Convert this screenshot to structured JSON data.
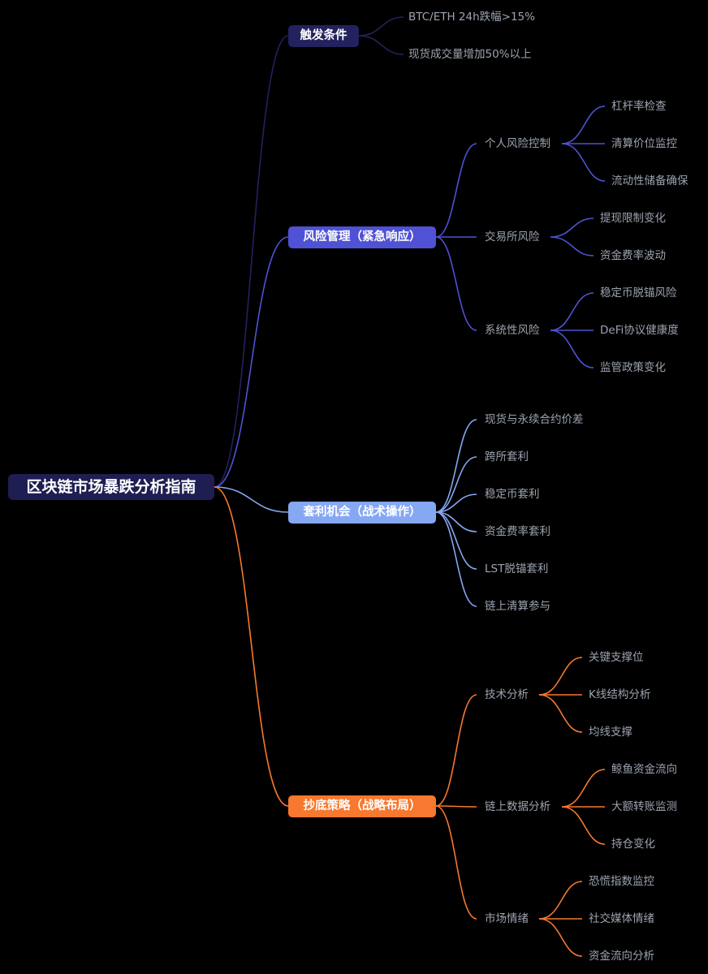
{
  "title": "区块链市场暴跌分析指南",
  "colors": {
    "background": "#000000",
    "root": "#1e1e52",
    "trigger": "#23215e",
    "risk": "#4f52d4",
    "arbitrage": "#86a8f3",
    "bottom": "#f7782e",
    "leaf_text": "#9ca3af"
  },
  "branches": {
    "trigger": {
      "label": "触发条件",
      "items": [
        "BTC/ETH 24h跌幅>15%",
        "现货成交量增加50%以上"
      ]
    },
    "risk": {
      "label": "风险管理（紧急响应）",
      "groups": [
        {
          "label": "个人风险控制",
          "items": [
            "杠杆率检查",
            "清算价位监控",
            "流动性储备确保"
          ]
        },
        {
          "label": "交易所风险",
          "items": [
            "提现限制变化",
            "资金费率波动"
          ]
        },
        {
          "label": "系统性风险",
          "items": [
            "稳定币脱锚风险",
            "DeFi协议健康度",
            "监管政策变化"
          ]
        }
      ]
    },
    "arbitrage": {
      "label": "套利机会（战术操作）",
      "items": [
        "现货与永续合约价差",
        "跨所套利",
        "稳定币套利",
        "资金费率套利",
        "LST脱锚套利",
        "链上清算参与"
      ]
    },
    "bottom": {
      "label": "抄底策略（战略布局）",
      "groups": [
        {
          "label": "技术分析",
          "items": [
            "关键支撑位",
            "K线结构分析",
            "均线支撑"
          ]
        },
        {
          "label": "链上数据分析",
          "items": [
            "鲸鱼资金流向",
            "大额转账监测",
            "持仓变化"
          ]
        },
        {
          "label": "市场情绪",
          "items": [
            "恐慌指数监控",
            "社交媒体情绪",
            "资金流向分析"
          ]
        }
      ]
    }
  }
}
